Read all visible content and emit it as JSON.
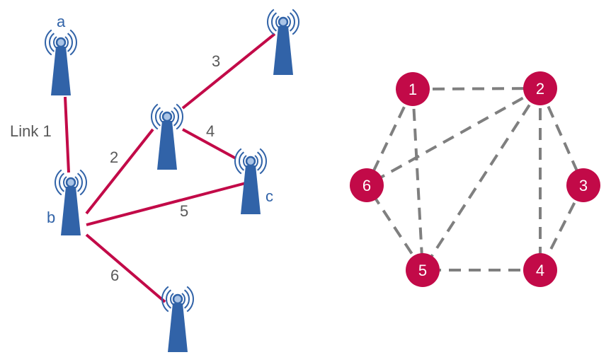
{
  "network": {
    "towers": [
      {
        "id": "t-a",
        "label": "a"
      },
      {
        "id": "t-b",
        "label": "b"
      },
      {
        "id": "t-c",
        "label": "c"
      },
      {
        "id": "t-mid",
        "label": ""
      },
      {
        "id": "t-top",
        "label": ""
      },
      {
        "id": "t-bottom",
        "label": ""
      }
    ],
    "links": [
      {
        "label": "Link 1"
      },
      {
        "label": "2"
      },
      {
        "label": "3"
      },
      {
        "label": "4"
      },
      {
        "label": "5"
      },
      {
        "label": "6"
      }
    ]
  },
  "conflict_graph": {
    "nodes": [
      {
        "label": "1"
      },
      {
        "label": "2"
      },
      {
        "label": "3"
      },
      {
        "label": "4"
      },
      {
        "label": "5"
      },
      {
        "label": "6"
      }
    ],
    "edges": [
      [
        "1",
        "2"
      ],
      [
        "1",
        "6"
      ],
      [
        "1",
        "5"
      ],
      [
        "2",
        "6"
      ],
      [
        "2",
        "5"
      ],
      [
        "2",
        "3"
      ],
      [
        "2",
        "4"
      ],
      [
        "3",
        "4"
      ],
      [
        "4",
        "5"
      ],
      [
        "5",
        "6"
      ]
    ]
  },
  "colors": {
    "tower": "#3163a8",
    "link": "#c20a48",
    "node": "#c20a48",
    "edge": "#7f7f7f",
    "label_text": "#595959"
  }
}
